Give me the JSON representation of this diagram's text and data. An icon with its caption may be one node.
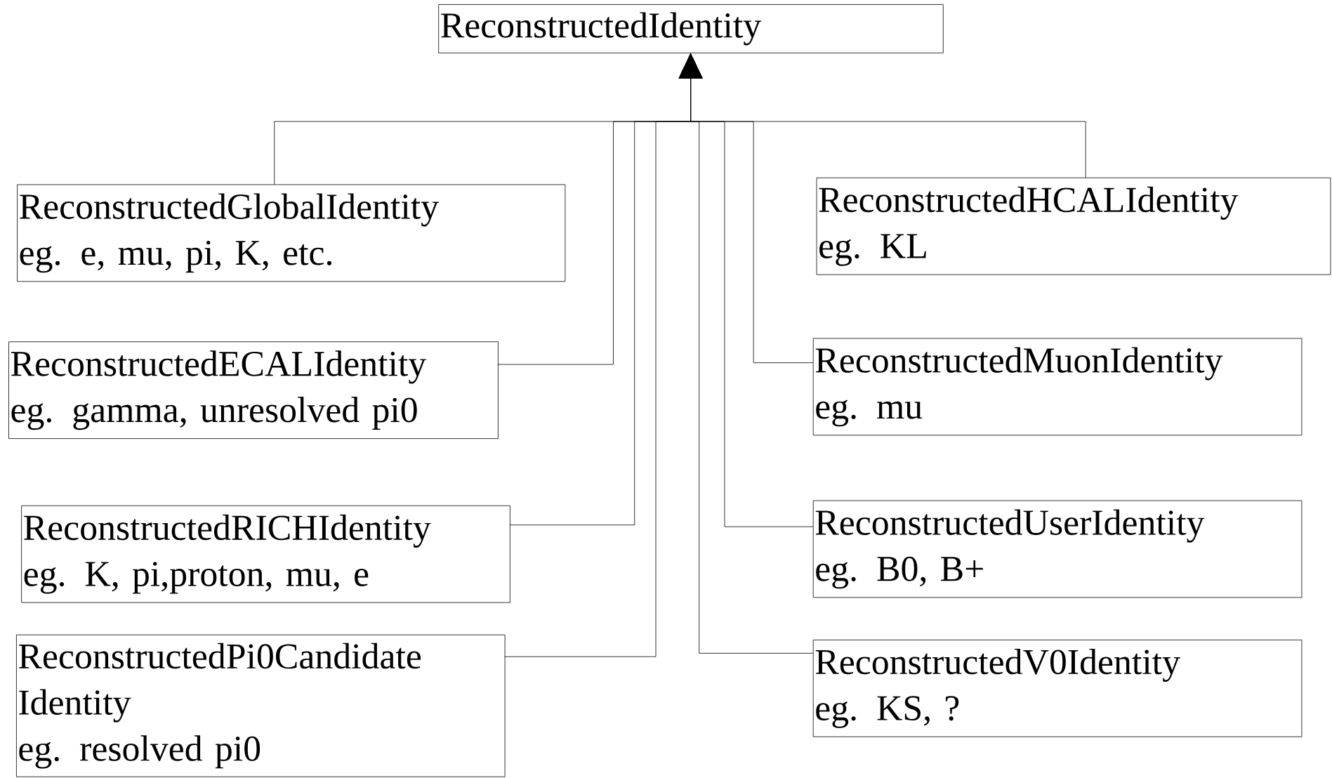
{
  "diagram": {
    "nodes": [
      {
        "text": [
          "ReconstructedIdentity"
        ]
      },
      {
        "text": [
          "ReconstructedGlobalIdentity",
          "eg. e, mu, pi, K, etc."
        ]
      },
      {
        "text": [
          "ReconstructedECALIdentity",
          "eg. gamma, unresolved pi0"
        ]
      },
      {
        "text": [
          "ReconstructedRICHIdentity",
          "eg. K, pi,proton, mu, e"
        ]
      },
      {
        "text": [
          "ReconstructedPi0Candidate Identity",
          "eg. resolved pi0"
        ]
      },
      {
        "text": [
          "ReconstructedHCALIdentity",
          "eg. KL"
        ]
      },
      {
        "text": [
          "ReconstructedMuonIdentity",
          "eg. mu"
        ]
      },
      {
        "text": [
          "ReconstructedUserIdentity",
          "eg. B0, B+"
        ]
      },
      {
        "text": [
          "ReconstructedV0Identity",
          "eg. KS, ?"
        ]
      }
    ],
    "edges": [
      {
        "from": 1,
        "to": 0,
        "arrow": "to"
      },
      {
        "from": 2,
        "to": 0,
        "arrow": "to"
      },
      {
        "from": 3,
        "to": 0,
        "arrow": "to"
      },
      {
        "from": 4,
        "to": 0,
        "arrow": "to"
      },
      {
        "from": 5,
        "to": 0,
        "arrow": "to"
      },
      {
        "from": 6,
        "to": 0,
        "arrow": "to"
      },
      {
        "from": 7,
        "to": 0,
        "arrow": "to"
      },
      {
        "from": 8,
        "to": 0,
        "arrow": "to"
      }
    ]
  }
}
